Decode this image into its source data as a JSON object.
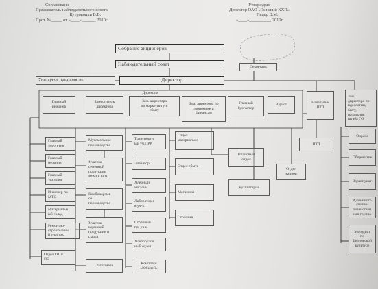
{
  "header_left": {
    "line1": "Согласовано",
    "line2": "Председатель наблюдательного совета",
    "line3": "_______________ Кутровоцки В.В.",
    "line4": "Прот. №_____ от «____» ______ 2010г."
  },
  "header_right": {
    "line1": "Утверждаю",
    "line2": "Директор ОАО «Пинский КХП»",
    "line3": "____________ Пецар В.М.",
    "line4": "«____»__________ 2010г."
  },
  "boxes": {
    "shareholders": "Собрание акционеров",
    "supervisory_board": "Наблюдательный совет",
    "director": "Директор",
    "secretary": "Секретарь",
    "unitary": "Унитарное предприятие",
    "directorate": "Дирекция",
    "chief_engineer": "Главный\nинженер",
    "deputy_director": "Заместитель\nдиректора",
    "deputy_marketing": "Зам. директора\nпо маркетингу и\nсбыту",
    "deputy_economics": "Зам. директора по\nэкономике и\nфинансам",
    "chief_accountant": "Главный\nбухгалтер",
    "lawyer": "Юрист",
    "head_ptl": "Начальник\nПТЛ",
    "deputy_ideology": "Зам.\nдиректора по\nидеологии,\nбыту,\nначальник\nштаба ГО",
    "chief_power": "Главный\nэнергетик",
    "chief_mechanic": "Главный\nмеханик",
    "chief_technologist": "Главный\nтехнолог",
    "engineer_mts": "Инженер по\nМТС",
    "material_warehouse": "Материальн\nый склад",
    "repair_section": "Ремонтно-\nстроительны\nй участок",
    "ot_pb": "Отдел ОТ и\nПБ",
    "flour_production": "Мукомольное\nпроизводство",
    "cereal_section": "Участок\nсеменной\nпродукции\nмуки и круп",
    "feed_production": "Комбикормов\nое\nпроизводство",
    "feed_section": "Участок\nкормовой\nпродукции и\nсырья",
    "storage": "Заготовки",
    "transport_prr": "Транспортн\nый уч.ПРР",
    "elevator": "Элеватор",
    "bakery_shop": "Хлебный\nмагазин",
    "laboratory": "Лаборатори\nя уч-к",
    "poultry_section": "Столовый\nпр. уч-к",
    "bakery_dept": "Хлебобулоч\nный отдел",
    "complex_yubileiny": "Комплекс\n«Юбилей»",
    "procurement_dept": "Отдел\nматериально",
    "sales_dept": "Отдел сбыта",
    "shops": "Магазины",
    "canteen": "Столовая",
    "planning_dept": "Плановый\nотдел",
    "accounting": "Бухгалтерия",
    "hr_dept": "Отдел\nкадров",
    "ptl": "ПТЛ",
    "security": "Охрана",
    "dormitory": "Общежитие",
    "health_center": "Здравпункт",
    "admin_household": "Администр\nативно-\nхозяйствен\nная группа",
    "methodist": "Методист\nпо\nфизической\nкультуре"
  }
}
